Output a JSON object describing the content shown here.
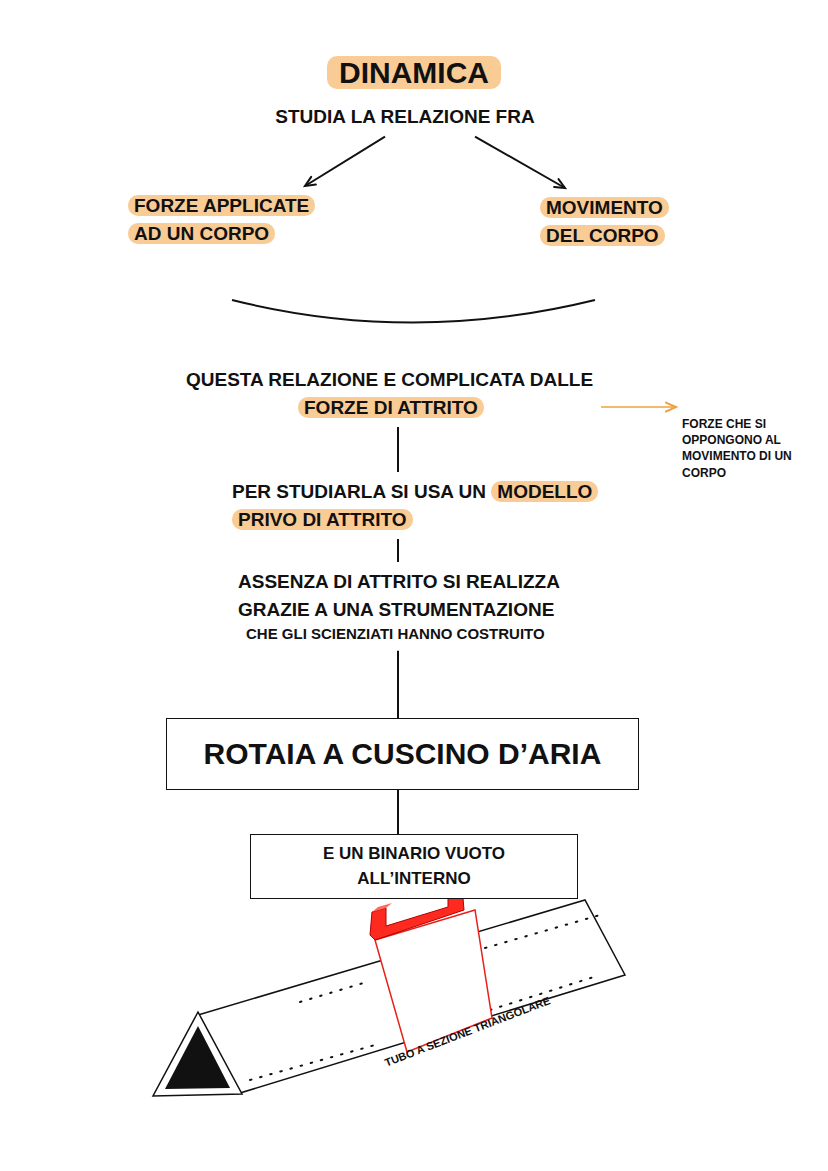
{
  "diagram": {
    "title": "DINAMICA",
    "nodes": [
      {
        "text": [
          "STUDIA LA RELAZIONE FRA"
        ]
      },
      {
        "text": [
          "FORZE APPLICATE AD UN CORPO"
        ]
      },
      {
        "text": [
          "MOVIMENTO DEL CORPO"
        ]
      },
      {
        "text": [
          "QUESTA RELAZIONE E COMPLICATA DALLE",
          "FORZE DI ATTRITO"
        ]
      },
      {
        "text": [
          "FORZE CHE SI OPPONGONO AL MOVIMENTO DI UN CORPO"
        ]
      },
      {
        "text": [
          "PER STUDIARLA SI USA UN",
          "MODELLO PRIVO DI ATTRITO"
        ]
      },
      {
        "text": [
          "ASSENZA DI ATTRITO SI REALIZZA GRAZIE A UNA STRUMENTAZIONE",
          "CHE GLI SCIENZIATI HANNO COSTRUITO"
        ]
      },
      {
        "text": [
          "ROTAIA A CUSCINO D’ARIA"
        ]
      },
      {
        "text": [
          "E UN BINARIO VUOTO ALL’INTERNO"
        ]
      }
    ],
    "edges": [
      {
        "from": 0,
        "to": 1,
        "arrow": "to"
      },
      {
        "from": 0,
        "to": 2,
        "arrow": "to"
      },
      {
        "from": 3,
        "to": 4,
        "arrow": "to"
      },
      {
        "from": 3,
        "to": 5,
        "arrow": "none"
      },
      {
        "from": 5,
        "to": 6,
        "arrow": "none"
      },
      {
        "from": 6,
        "to": 7,
        "arrow": "none"
      },
      {
        "from": 7,
        "to": 8,
        "arrow": "none"
      }
    ],
    "labels": [
      "TUBO A SEZIONE TRIANGOLARE"
    ]
  }
}
